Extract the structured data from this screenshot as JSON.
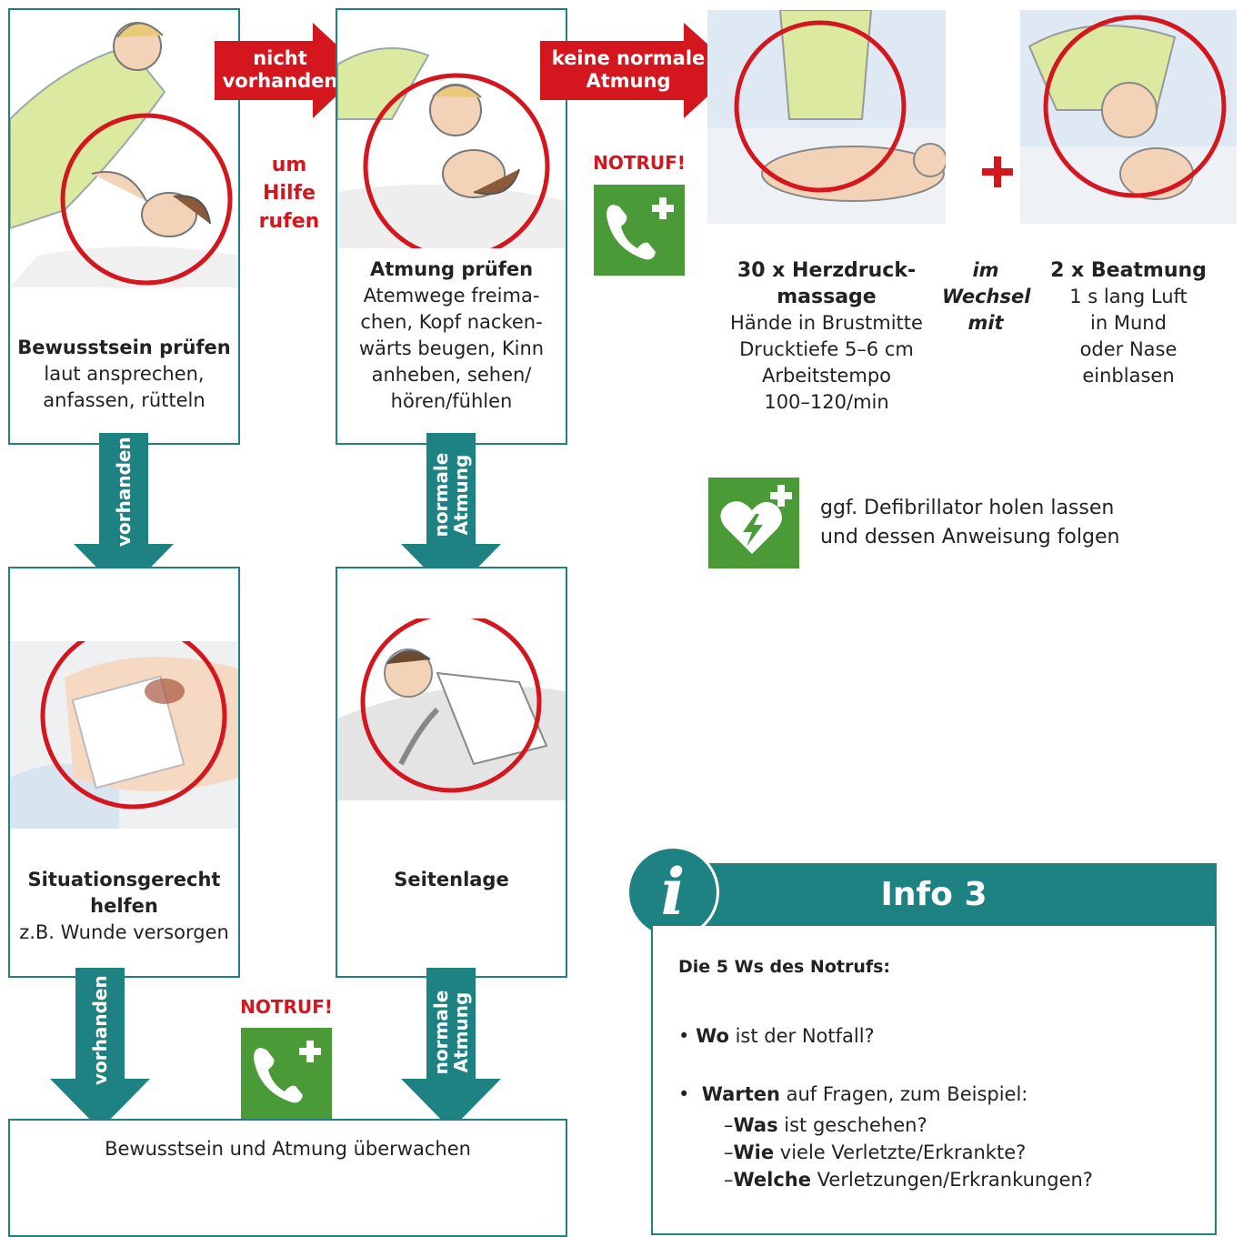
{
  "step1": {
    "title": "Bewusstsein prüfen",
    "line1": "laut ansprechen,",
    "line2": "anfassen, rütteln"
  },
  "arrow_top1": {
    "line1": "nicht",
    "line2": "vorhanden"
  },
  "call_help": {
    "line1": "um",
    "line2": "Hilfe",
    "line3": "rufen"
  },
  "step2": {
    "title": "Atmung prüfen",
    "line1": "Atemwege freima-",
    "line2": "chen, Kopf nacken-",
    "line3": "wärts beugen, Kinn",
    "line4": "anheben, sehen/",
    "line5": "hören/fühlen"
  },
  "arrow_top2": {
    "line1": "keine normale",
    "line2": "Atmung"
  },
  "notruf_top": "NOTRUF!",
  "cpr": {
    "title1": "30 x Herzdruck-",
    "title2": "massage",
    "line1": "Hände in Brustmitte",
    "line2": "Drucktiefe 5–6 cm",
    "line3": "Arbeitstempo",
    "line4": "100–120/min"
  },
  "alternate": {
    "line1": "im",
    "line2": "Wechsel",
    "line3": "mit"
  },
  "breath": {
    "title": "2 x Beatmung",
    "line1": "1 s lang Luft",
    "line2": "in Mund",
    "line3": "oder Nase",
    "line4": "einblasen"
  },
  "defib": {
    "line1": "ggf. Defibrillator holen lassen",
    "line2": "und dessen Anweisung folgen"
  },
  "arrow_down1": "vorhanden",
  "arrow_down2": {
    "line1": "normale",
    "line2": "Atmung"
  },
  "step3": {
    "title1": "Situationsgerecht",
    "title2": "helfen",
    "line1": "z.B. Wunde versorgen"
  },
  "step4": {
    "title": "Seitenlage"
  },
  "arrow_down3": "vorhanden",
  "notruf_bottom": "NOTRUF!",
  "arrow_down4": {
    "line1": "normale",
    "line2": "Atmung"
  },
  "step5": {
    "title": "Bewusstsein und Atmung überwachen"
  },
  "info": {
    "icon_letter": "i",
    "title": "Info 3",
    "subtitle": "Die 5 Ws des Notrufs:",
    "item1_bold": "Wo",
    "item1_rest": " ist der Notfall?",
    "item2_bold": "Warten",
    "item2_rest": " auf Fragen, zum Beispiel:",
    "sub1_bold": "Was",
    "sub1_rest": " ist geschehen?",
    "sub2_bold": "Wie",
    "sub2_rest": " viele Verletzte/Erkrankte?",
    "sub3_bold": "Welche",
    "sub3_rest": " Verletzungen/Erkrankungen?"
  },
  "colors": {
    "teal": "#1e8282",
    "red": "#d4161e",
    "green": "#4a9a38"
  }
}
